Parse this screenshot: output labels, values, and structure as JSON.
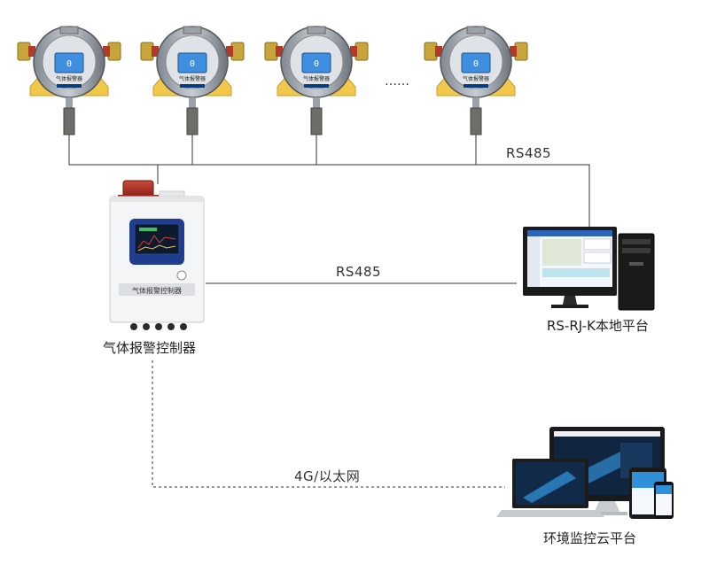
{
  "diagram": {
    "detector_label": "气体报警器",
    "ellipsis": "……",
    "links": {
      "detector_bus": "RS485",
      "controller_to_pc": "RS485",
      "cloud_link": "4G/以太网"
    },
    "nodes": {
      "controller": {
        "label": "气体报警控制器",
        "panel_text": "气体报警控制器"
      },
      "local_platform": {
        "label": "RS-RJ-K本地平台"
      },
      "cloud_platform": {
        "label": "环境监控云平台"
      }
    }
  }
}
